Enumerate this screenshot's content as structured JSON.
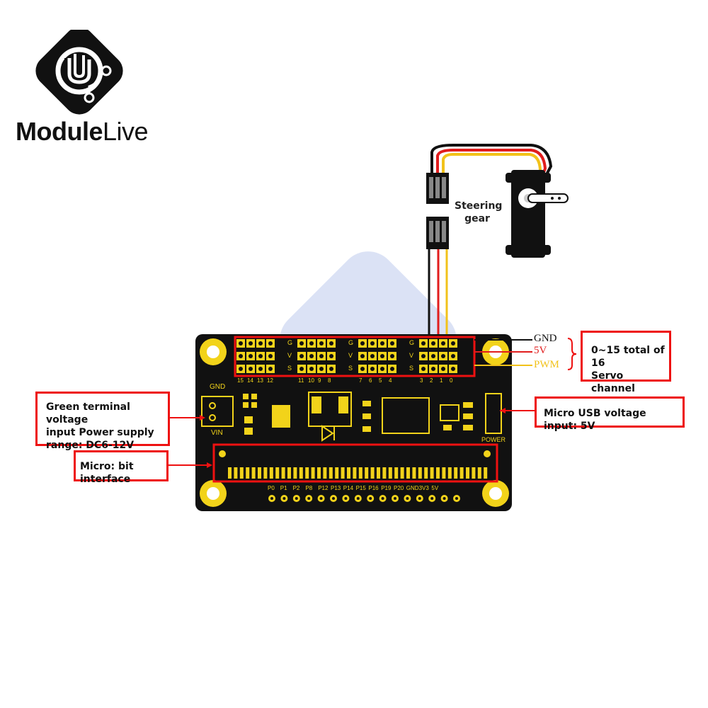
{
  "brand": {
    "name_bold": "Module",
    "name_light": "Live",
    "accent_color": "#111111"
  },
  "wire_labels": {
    "gnd": "GND",
    "v5": "5V",
    "pwm": "PWM",
    "gnd_color": "#111111",
    "v5_color": "#e11d1d",
    "pwm_color": "#f2c21a"
  },
  "servo_label": {
    "line1": "Steering",
    "line2": "gear"
  },
  "callouts": {
    "servo_channel_line1": "0~15 total of 16",
    "servo_channel_line2": "Servo channel",
    "green_terminal_line1": "Green terminal voltage",
    "green_terminal_line2": "input Power supply",
    "green_terminal_line3": "range: DC6-12V",
    "micro_usb": "Micro USB voltage input: 5V",
    "microbit": "Micro: bit interface"
  },
  "board": {
    "pcb_color": "#111111",
    "silk_color": "#f2d31a",
    "header_row_labels": [
      "G",
      "V",
      "S"
    ],
    "channel_numbers": [
      "15",
      "14",
      "13",
      "12",
      "11",
      "10",
      "9",
      "8",
      "7",
      "6",
      "5",
      "4",
      "3",
      "2",
      "1",
      "0"
    ],
    "terminal_gnd": "GND",
    "terminal_vin": "VIN",
    "power_label": "POWER",
    "edge_pins": [
      "P0",
      "P1",
      "P2",
      "P8",
      "P12",
      "P13",
      "P14",
      "P15",
      "P16",
      "P19",
      "P20",
      "GND",
      "3V3",
      "5V"
    ]
  }
}
